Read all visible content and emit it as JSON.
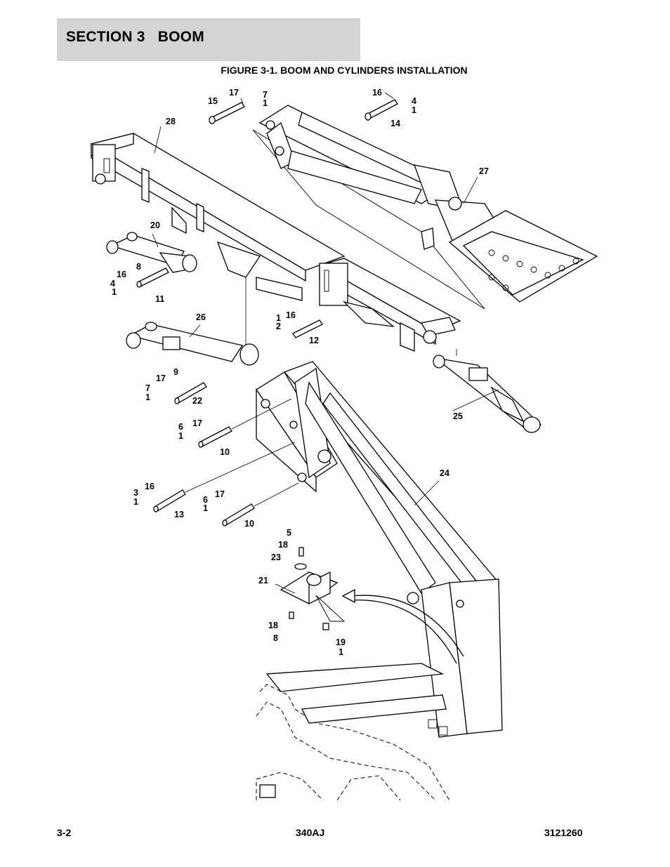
{
  "header": {
    "section_label": "SECTION 3   BOOM"
  },
  "figure": {
    "title": "FIGURE 3-1. BOOM AND CYLINDERS INSTALLATION",
    "callouts": [
      "17",
      "7",
      "1",
      "15",
      "16",
      "4",
      "1",
      "14",
      "28",
      "27",
      "20",
      "8",
      "16",
      "4",
      "1",
      "11",
      "26",
      "1",
      "16",
      "2",
      "12",
      "9",
      "17",
      "7",
      "1",
      "22",
      "25",
      "6",
      "17",
      "1",
      "10",
      "24",
      "3",
      "16",
      "1",
      "13",
      "6",
      "17",
      "1",
      "10",
      "5",
      "18",
      "23",
      "21",
      "18",
      "8",
      "19",
      "1"
    ]
  },
  "footer": {
    "page_number": "3-2",
    "model": "340AJ",
    "manual_number": "3121260"
  }
}
